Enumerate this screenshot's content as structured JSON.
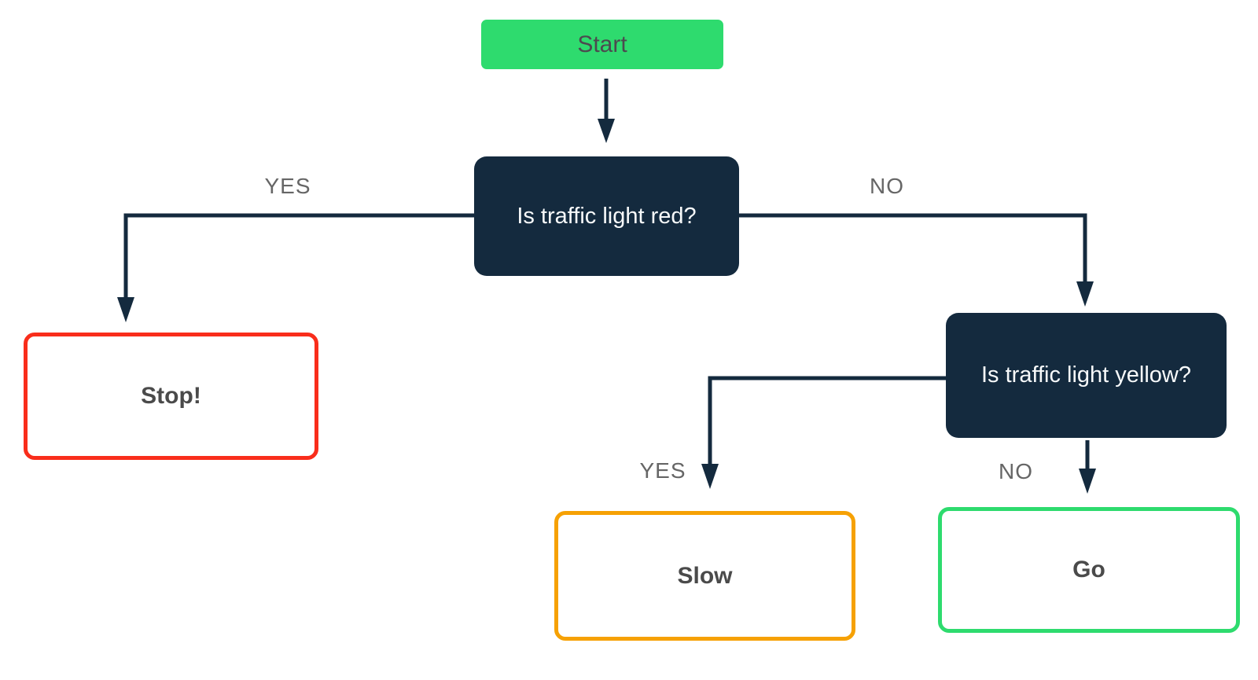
{
  "diagram": {
    "type": "flowchart",
    "nodes": {
      "start": {
        "label": "Start",
        "kind": "start",
        "fill": "#2edb6e"
      },
      "q_red": {
        "label": "Is traffic light red?",
        "kind": "decision",
        "fill": "#142a3e"
      },
      "q_yellow": {
        "label": "Is traffic light yellow?",
        "kind": "decision",
        "fill": "#142a3e"
      },
      "stop": {
        "label": "Stop!",
        "kind": "outcome",
        "border": "#f92d1b"
      },
      "slow": {
        "label": "Slow",
        "kind": "outcome",
        "border": "#f6a104"
      },
      "go": {
        "label": "Go",
        "kind": "outcome",
        "border": "#2edb6e"
      }
    },
    "edges": {
      "start_to_red": {
        "from": "start",
        "to": "q_red",
        "label": ""
      },
      "red_yes": {
        "from": "q_red",
        "to": "stop",
        "label": "YES"
      },
      "red_no": {
        "from": "q_red",
        "to": "q_yellow",
        "label": "NO"
      },
      "yellow_yes": {
        "from": "q_yellow",
        "to": "slow",
        "label": "YES"
      },
      "yellow_no": {
        "from": "q_yellow",
        "to": "go",
        "label": "NO"
      }
    },
    "colors": {
      "connector": "#142a3e",
      "edge_label_text": "#666666",
      "question_text": "#f7f9fa",
      "outcome_text": "#4a4a4a",
      "start_text": "#4c4a4f",
      "background": "#ffffff"
    }
  }
}
